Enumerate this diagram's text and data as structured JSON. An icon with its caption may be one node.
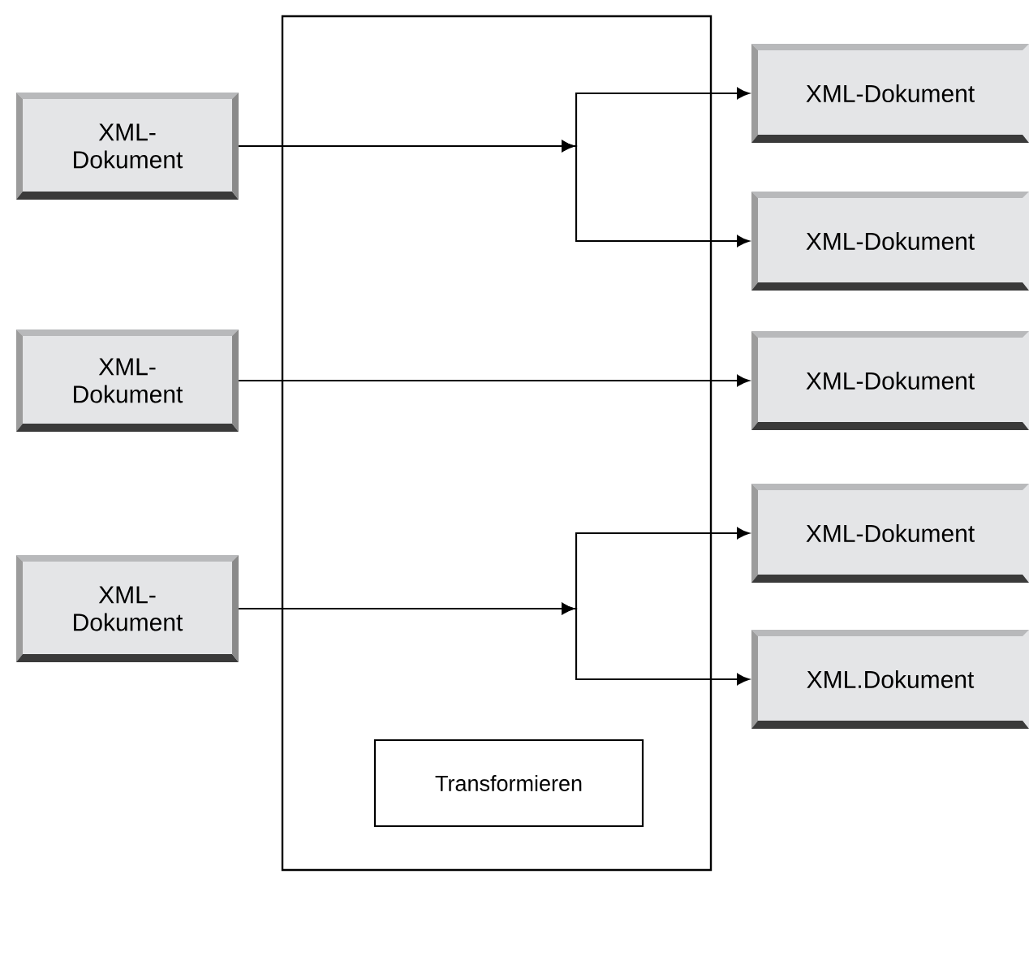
{
  "diagram": {
    "nodes": [
      {
        "text": [],
        "shape": "box"
      },
      {
        "text": [
          "Transformieren"
        ],
        "in": 0
      },
      {
        "text": [
          "XML-Dokument"
        ]
      },
      {
        "text": [
          "XML-Dokument"
        ]
      },
      {
        "text": [
          "XML-Dokument"
        ]
      },
      {
        "text": [
          "XML-Dokument"
        ]
      },
      {
        "text": [
          "XML-Dokument"
        ]
      },
      {
        "text": [
          "XML-Dokument"
        ]
      },
      {
        "text": [
          "XML-Dokument"
        ]
      },
      {
        "text": [
          "XML.Dokument"
        ]
      }
    ],
    "edges": [
      {
        "from": 2,
        "to": 5,
        "arrow": "to"
      },
      {
        "from": 2,
        "to": 6,
        "arrow": "to"
      },
      {
        "from": 3,
        "to": 7,
        "arrow": "to"
      },
      {
        "from": 4,
        "to": 8,
        "arrow": "to"
      },
      {
        "from": 4,
        "to": 9,
        "arrow": "to"
      }
    ]
  }
}
